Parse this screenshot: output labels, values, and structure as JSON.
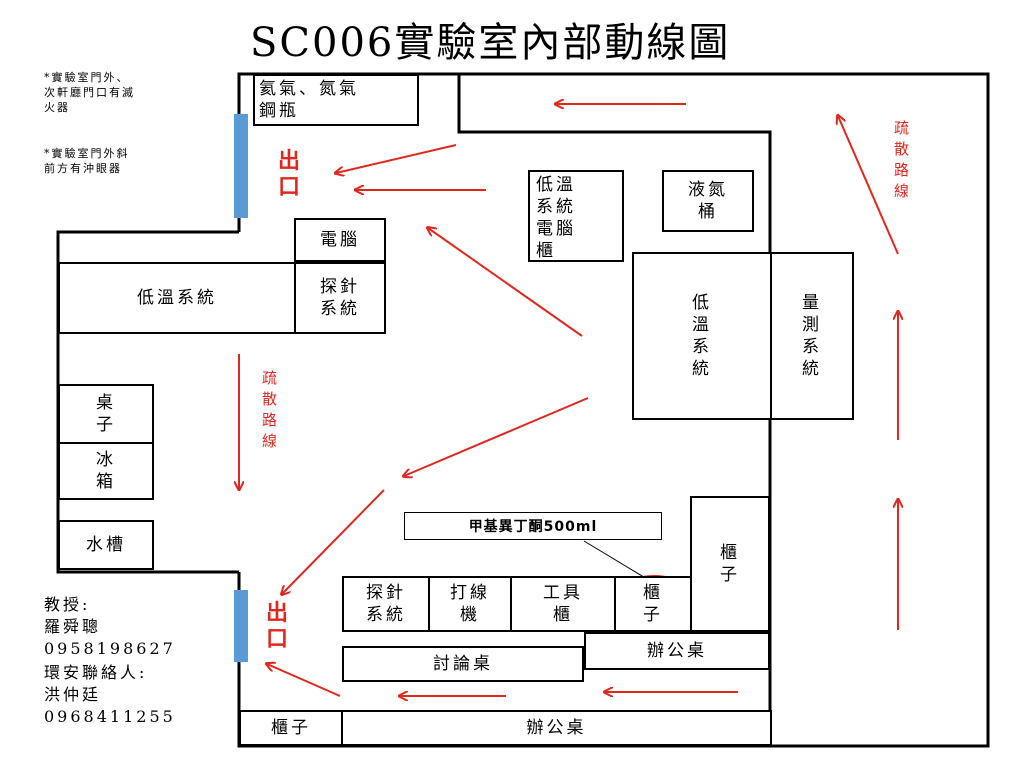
{
  "title": "SC006實驗室內部動線圖",
  "notes": {
    "extinguisher": "*實驗室門外、\n次軒廳門口有滅\n火器",
    "eyewash": "*實驗室門外斜\n前方有沖眼器"
  },
  "contacts": {
    "professor": "教授:\n羅舜聰\n0958198627",
    "safety": "環安聯絡人:\n洪仲廷\n0968411255"
  },
  "rooms": {
    "gas_bottles": "氦氣、氮氣\n鋼瓶",
    "computer": "電腦",
    "low_temp_system": "低溫系統",
    "probe_system_upper": "探針\n系統",
    "low_temp_computer_cabinet": "低溫\n系統\n電腦\n櫃",
    "liquid_nitrogen_tank": "液氮\n桶",
    "low_temp_system_vertical": "低\n溫\n系\n統",
    "measurement_system": "量\n測\n系\n統",
    "desk": "桌\n子",
    "fridge": "冰\n箱",
    "sink": "水槽",
    "probe_system_lower": "探針\n系統",
    "wire_bonder": "打線\n機",
    "tool_cabinet": "工具\n櫃",
    "cabinet_circled": "櫃\n子",
    "cabinet_right": "櫃\n子",
    "office_desk_mid": "辦公桌",
    "discussion_table": "討論桌",
    "cabinet_bottom": "櫃子",
    "office_desk_bottom": "辦公桌"
  },
  "labels": {
    "exit_top": "出\n口",
    "exit_bottom": "出\n口",
    "route_left": "疏\n散\n路\n線",
    "route_right": "疏\n散\n路\n線",
    "chemical_callout": "甲基異丁酮500ml"
  },
  "colors": {
    "arrow": "#e0271f",
    "door": "#5b9bd5",
    "wall": "#000000"
  }
}
